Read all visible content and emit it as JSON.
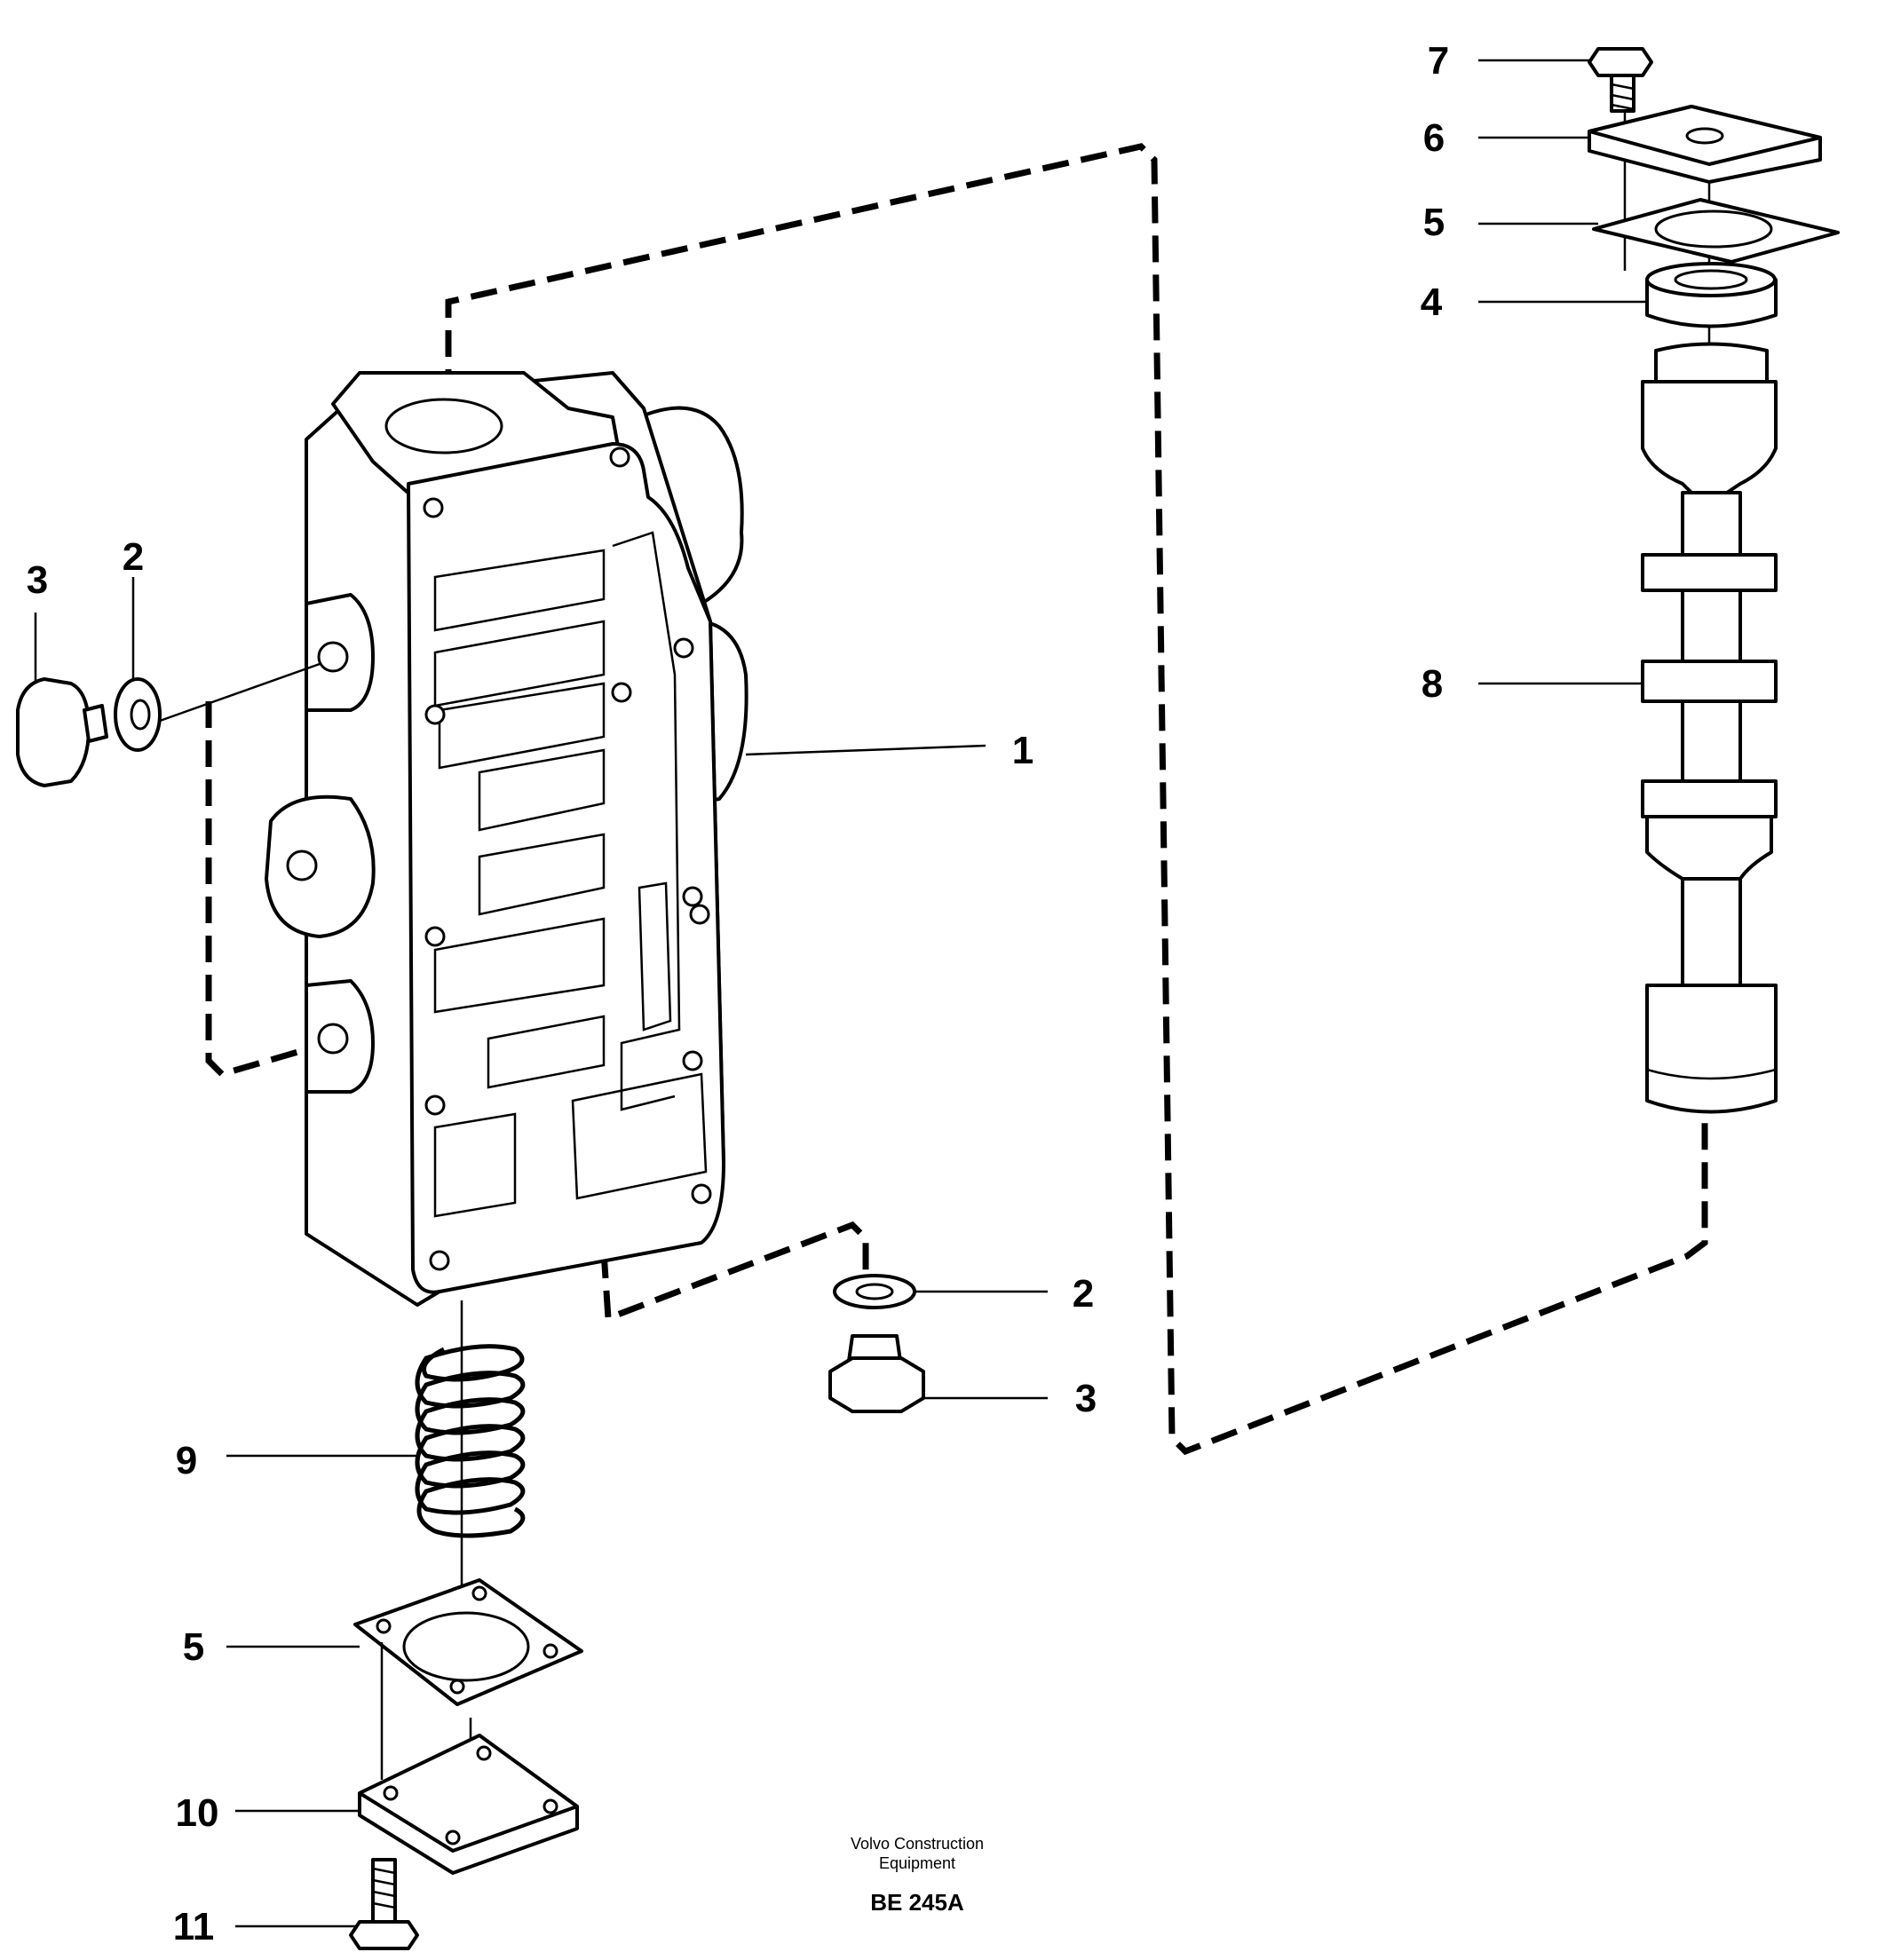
{
  "callouts": {
    "c1": "1",
    "c2_left": "2",
    "c3_left": "3",
    "c2_right": "2",
    "c3_right": "3",
    "c4": "4",
    "c5_top": "5",
    "c6": "6",
    "c7": "7",
    "c8": "8",
    "c9": "9",
    "c5_bottom": "5",
    "c10": "10",
    "c11": "11"
  },
  "footer": {
    "brand_line1": "Volvo Construction",
    "brand_line2": "Equipment",
    "code": "BE 245A"
  }
}
